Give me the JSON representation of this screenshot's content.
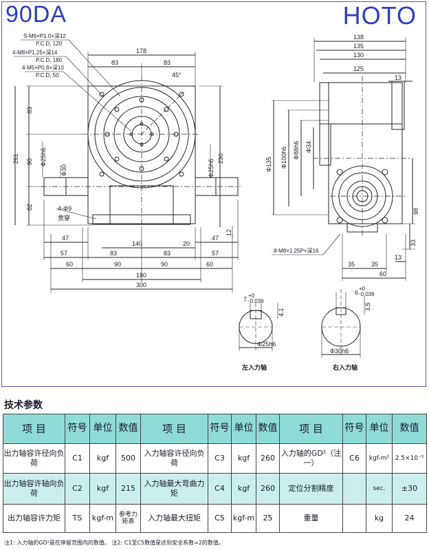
{
  "header": {
    "model": "90DA",
    "brand": "HOTO"
  },
  "drawing": {
    "callouts": {
      "c1a": "S-M6×P1.0×深12",
      "c1b": "P.C.D, 120",
      "c2a": "4-M8×P1.25×深14",
      "c2b": "P.C.D, 180",
      "c3a": "4-M5×P0.8×深10",
      "c3b": "P.C.D, 50",
      "holes_a": "4-Φ9",
      "holes_b": "贯穿",
      "side_thread": "8-M8×1.25P×深16"
    },
    "front": {
      "w178": "178",
      "w83a": "83",
      "w83b": "83",
      "angle": "45°",
      "h83": "83",
      "h90": "90",
      "h82": "82",
      "h261": "261",
      "d25h6": "Φ25h6",
      "d30": "Φ30",
      "h230": "230",
      "d25h6r": "Φ25h6",
      "w47a": "47",
      "w140": "140",
      "w20": "20",
      "w47b": "47",
      "w57a": "57",
      "w83c": "83",
      "w83d": "83",
      "w57b": "57",
      "w60a": "60",
      "w90a": "90",
      "w90b": "90",
      "w60b": "60",
      "w180": "180",
      "w300": "300",
      "h12": "12"
    },
    "side": {
      "w138": "138",
      "w135": "135",
      "w130": "130",
      "w125": "125",
      "w13": "13",
      "d135": "Φ135",
      "d100h6": "Φ100h6",
      "d88h6": "Φ88h6",
      "d34": "Φ34",
      "h98": "98",
      "h33": "33",
      "w13b": "13",
      "w35a": "35",
      "w35b": "35",
      "w60": "60"
    },
    "shafts": {
      "left_key": "7",
      "left_key_tol_top": "+0",
      "left_key_tol_bot": "-0.036",
      "left_depth": "4.1",
      "left_dia": "Φ25h6",
      "left_label": "左入力轴",
      "right_key": "6",
      "right_key_tol_top": "+0",
      "right_key_tol_bot": "-0.036",
      "right_depth": "3.5",
      "right_dia": "Φ30h6",
      "right_label": "右入力轴"
    }
  },
  "spec": {
    "title": "技术参数",
    "headers": [
      "项 目",
      "符号",
      "单位",
      "数值",
      "项 目",
      "符号",
      "单位",
      "数值",
      "项 目",
      "符号",
      "单位",
      "数值"
    ],
    "rows": [
      [
        "出力轴容许径向负荷",
        "C1",
        "kgf",
        "500",
        "入力轴容许径向负荷",
        "C3",
        "kgf",
        "260",
        "入力轴的GD²（注一）",
        "C6",
        "kgf-m²",
        "2.5×10⁻⁵"
      ],
      [
        "出力轴容许轴向负荷",
        "C2",
        "kgf",
        "215",
        "入力轴最大弯曲力矩",
        "C4",
        "kgf",
        "260",
        "定位分割精度",
        "",
        "sec.",
        "±30"
      ],
      [
        "出力轴容许力矩",
        "TS",
        "kgf-m",
        "参考力矩表",
        "入力轴最大扭矩",
        "C5",
        "kgf-m",
        "25",
        "重量",
        "",
        "kg",
        "24"
      ]
    ],
    "note": "注1: 入力轴的GD²是在停留范围内的数值。  注2: C1至C5数值是达到安全系数=2的数值。"
  },
  "colors": {
    "brand": "#2b3fbf",
    "frame": "#6a4fb0",
    "header_bg": "#8fdbd6",
    "row_alt_bg": "#cbeeed"
  }
}
